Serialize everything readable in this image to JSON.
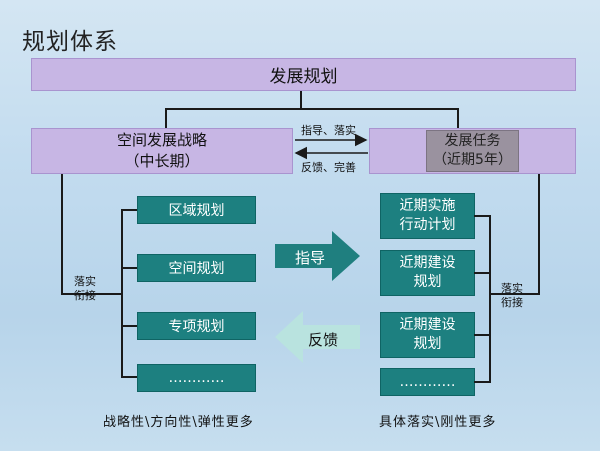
{
  "title": "规划体系",
  "top_bar": "发展规划",
  "left_head": {
    "line1": "空间发展战略",
    "line2": "（中长期）"
  },
  "right_head": {
    "line1": "发展任务",
    "line2": "（近期5年）"
  },
  "arrow_labels": {
    "guide_small": "指导、落实",
    "feedback_small": "反馈、完善"
  },
  "left_side_label": {
    "l1": "落实",
    "l2": "衔接"
  },
  "right_side_label": {
    "l1": "落实",
    "l2": "衔接"
  },
  "left_boxes": [
    "区域规划",
    "空间规划",
    "专项规划",
    "…………"
  ],
  "right_boxes": [
    {
      "l1": "近期实施",
      "l2": "行动计划"
    },
    {
      "l1": "近期建设",
      "l2": "规划"
    },
    {
      "l1": "近期建设",
      "l2": "规划"
    },
    {
      "l1": "…………",
      "l2": ""
    }
  ],
  "big_arrows": {
    "guide": "指导",
    "feedback": "反馈"
  },
  "bottom_left": "战略性\\方向性\\弹性更多",
  "bottom_right": "具体落实\\刚性更多",
  "colors": {
    "purple": "#c7b6e4",
    "teal": "#1d8080",
    "light_teal": "#b9e3df",
    "dark_teal": "#1f7f7f"
  }
}
